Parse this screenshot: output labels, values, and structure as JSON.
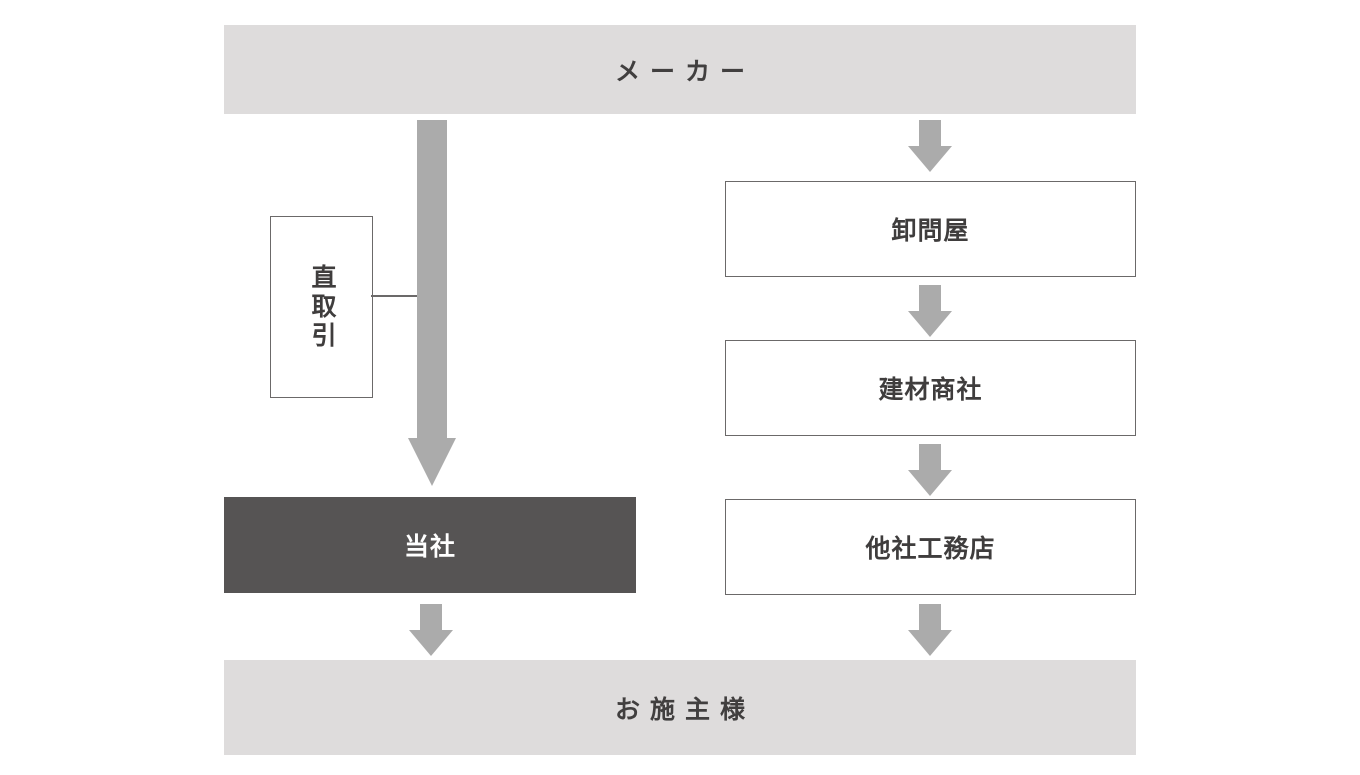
{
  "diagram": {
    "title_top": "メーカー",
    "title_bottom": "お施主様",
    "direct_route": {
      "callout_label": "直取引",
      "company_label": "当社"
    },
    "distribution_route": {
      "steps": [
        {
          "label": "卸問屋"
        },
        {
          "label": "建材商社"
        },
        {
          "label": "他社工務店"
        }
      ]
    },
    "arrows": {
      "maker_to_wholesaler": "down-arrow",
      "wholesaler_to_trading": "down-arrow",
      "trading_to_othercorp": "down-arrow",
      "othercorp_to_client": "down-arrow",
      "ourcompany_to_client": "down-arrow",
      "maker_to_ourcompany": "long-down-arrow"
    },
    "colors": {
      "banner_fill": "#dedcdc",
      "banner_text": "#413f3f",
      "box_border": "#6b6969",
      "box_text": "#3f3d3d",
      "highlight_fill": "#565454",
      "highlight_text": "#ffffff",
      "arrow_fill": "#ababab",
      "background": "#ffffff"
    }
  }
}
